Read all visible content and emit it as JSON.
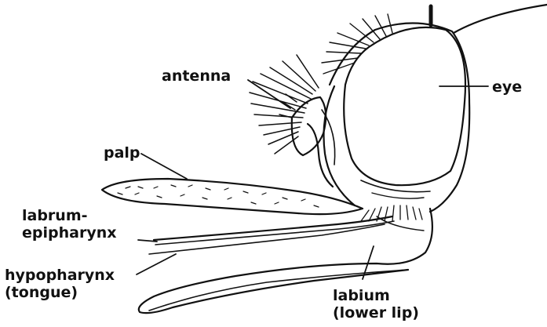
{
  "labels": {
    "antenna": "antenna",
    "eye": "eye",
    "palp": "palp",
    "labrum_line1": "labrum-",
    "labrum_line2": "epipharynx",
    "hypopharynx_line1": "hypopharynx",
    "hypopharynx_line2": "(tongue)",
    "labium_line1": "labium",
    "labium_line2": "(lower lip)"
  },
  "colors": {
    "ink": "#111111",
    "background": "#ffffff"
  }
}
